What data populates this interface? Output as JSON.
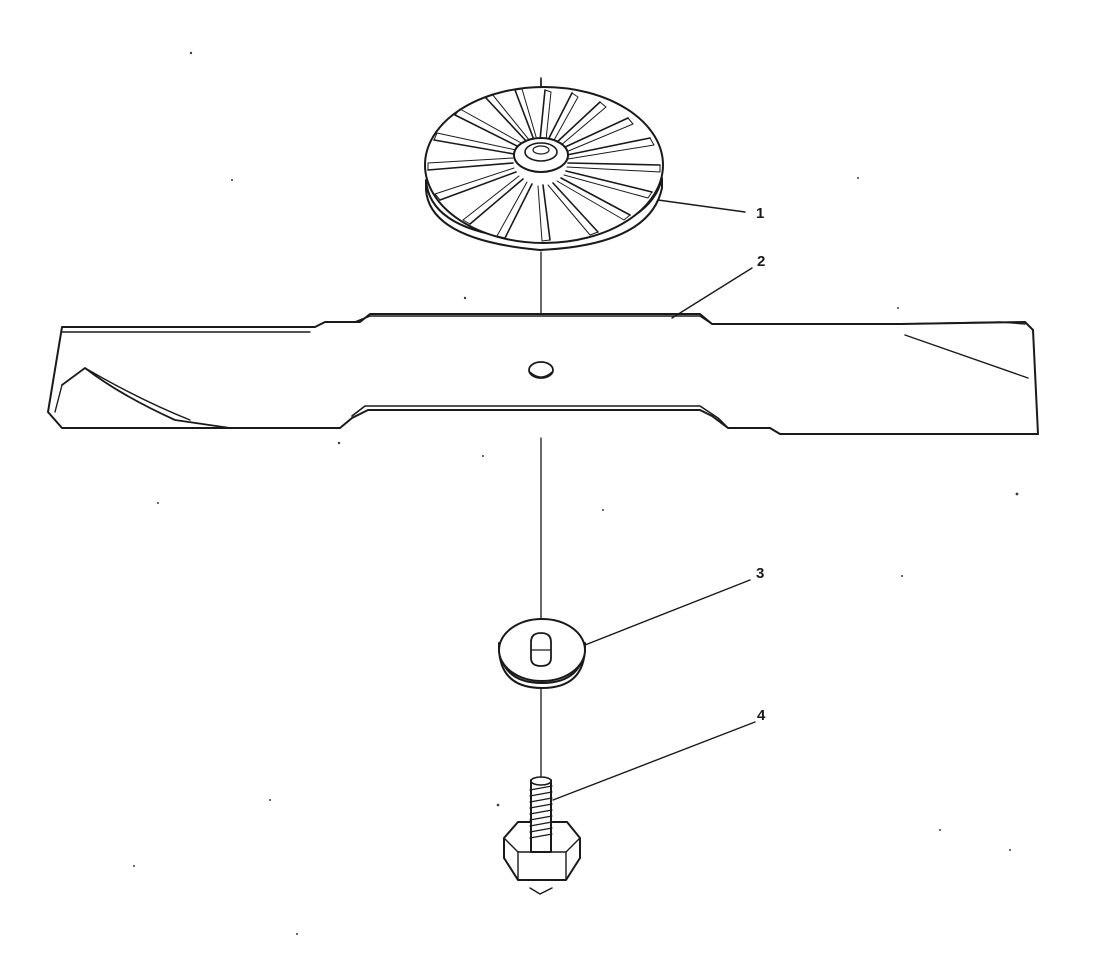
{
  "diagram": {
    "callouts": [
      {
        "number": "1",
        "part": "blade-adapter-fan"
      },
      {
        "number": "2",
        "part": "mower-blade"
      },
      {
        "number": "3",
        "part": "washer"
      },
      {
        "number": "4",
        "part": "hex-bolt"
      }
    ],
    "colors": {
      "ink": "#1a1a1a",
      "background": "#ffffff"
    }
  }
}
